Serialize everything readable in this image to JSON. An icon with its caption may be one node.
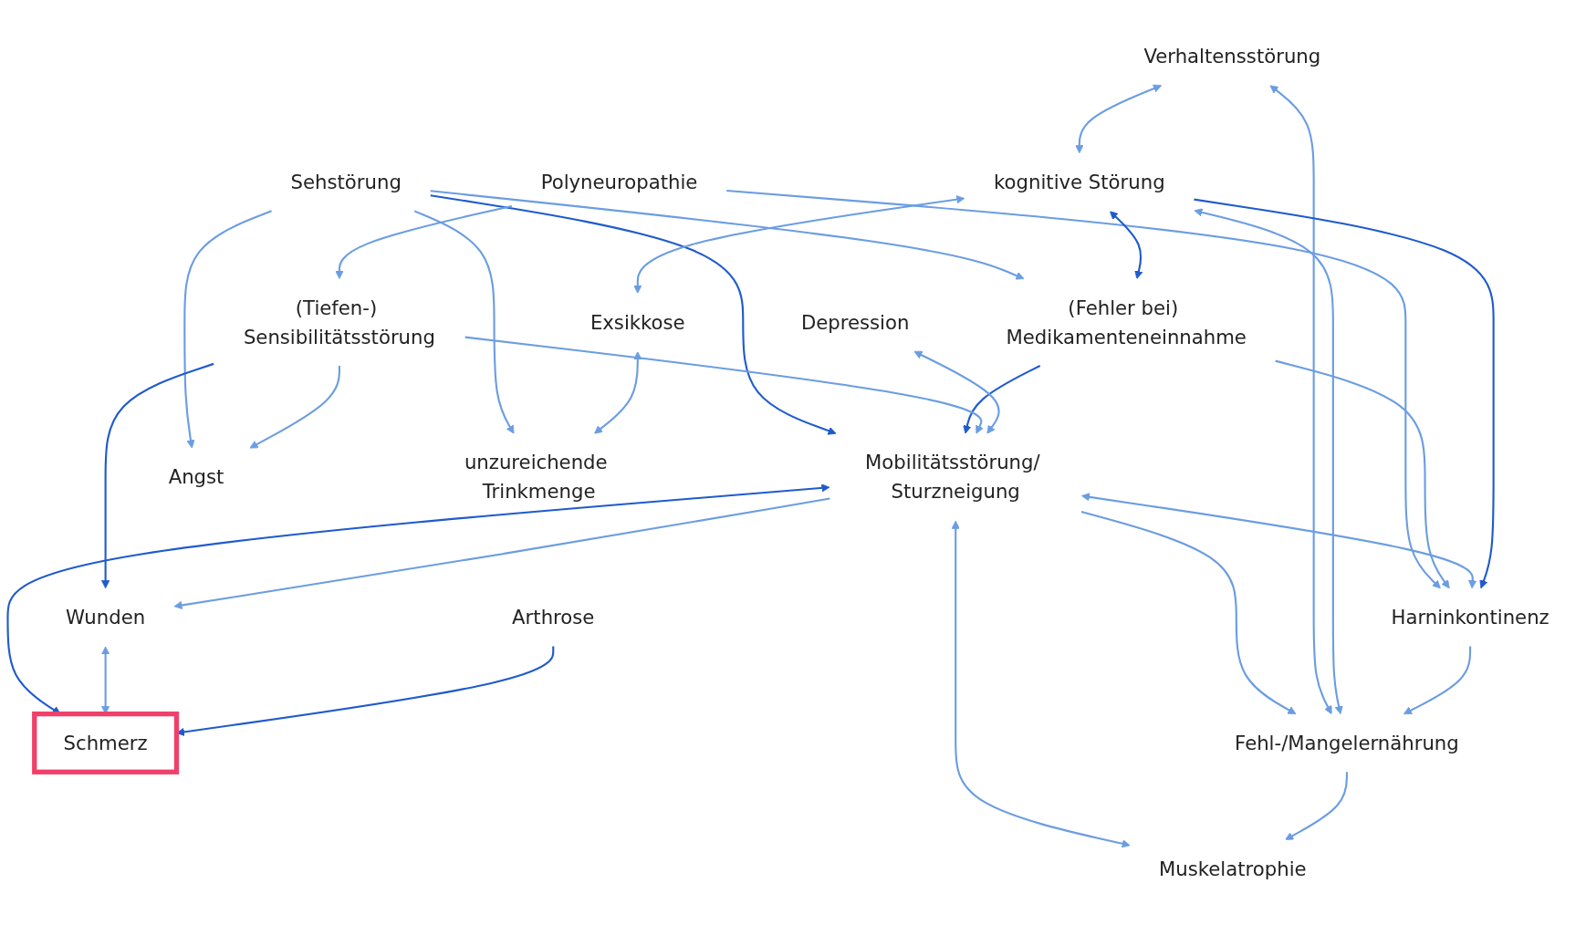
{
  "diagram": {
    "nodes": [
      {
        "text": [
          "Sehstörung"
        ]
      },
      {
        "text": [
          "Polyneuropathie"
        ]
      },
      {
        "text": [
          "(Fehler bei) Medikamenteneinnahme"
        ]
      },
      {
        "text": [
          "(Tiefen-) Sensibilitätsstörung"
        ]
      },
      {
        "text": [
          "Mobilitätsstörung/ Sturzneigung"
        ]
      },
      {
        "text": [
          "Harninkontinenz"
        ]
      },
      {
        "text": [
          "Angst"
        ]
      },
      {
        "text": [
          "Depression"
        ]
      },
      {
        "text": [
          "Wunden"
        ]
      },
      {
        "text": [
          "Schmerz"
        ]
      },
      {
        "text": [
          "Verhaltensstörung"
        ]
      },
      {
        "text": [
          "Muskelatrophie"
        ]
      },
      {
        "text": [
          "kognitive Störung"
        ]
      },
      {
        "text": [
          "Arthrose"
        ]
      },
      {
        "text": [
          "Fehl-/Mangelernährung"
        ]
      },
      {
        "text": [
          "Exsikkose"
        ]
      },
      {
        "text": [
          "unzureichende Trinkmenge"
        ]
      }
    ],
    "edges": [
      {
        "from": 0,
        "to": 6,
        "arrow": "to"
      },
      {
        "from": 0,
        "to": 4,
        "arrow": "to",
        "color": "#1f5bcc"
      },
      {
        "from": 0,
        "to": 2,
        "arrow": "to"
      },
      {
        "from": 0,
        "to": 16,
        "arrow": "to"
      },
      {
        "from": 1,
        "to": 3,
        "arrow": "to"
      },
      {
        "from": 1,
        "to": 5,
        "arrow": "to"
      },
      {
        "from": 2,
        "to": 4,
        "arrow": "to",
        "color": "#1f5bcc"
      },
      {
        "from": 2,
        "to": 5,
        "arrow": "to"
      },
      {
        "from": 3,
        "to": 4,
        "arrow": "to"
      },
      {
        "from": 3,
        "to": 6,
        "arrow": "to"
      },
      {
        "from": 3,
        "to": 8,
        "arrow": "to",
        "color": "#1f5bcc"
      },
      {
        "from": 7,
        "to": 4,
        "arrow": "both"
      },
      {
        "from": 4,
        "to": 8,
        "arrow": "to"
      },
      {
        "from": 4,
        "to": 9,
        "arrow": "both",
        "color": "#1f5bcc"
      },
      {
        "from": 4,
        "to": 14,
        "arrow": "to"
      },
      {
        "from": 4,
        "to": 5,
        "arrow": "both"
      },
      {
        "from": 4,
        "to": 11,
        "arrow": "both"
      },
      {
        "from": 8,
        "to": 9,
        "arrow": "both"
      },
      {
        "from": 13,
        "to": 9,
        "arrow": "to",
        "color": "#1f5bcc"
      },
      {
        "from": 10,
        "to": 14,
        "arrow": "both"
      },
      {
        "from": 10,
        "to": 12,
        "arrow": "both"
      },
      {
        "from": 12,
        "to": 2,
        "arrow": "both",
        "color": "#1f5bcc"
      },
      {
        "from": 12,
        "to": 5,
        "arrow": "to",
        "color": "#1f5bcc"
      },
      {
        "from": 12,
        "to": 14,
        "arrow": "both"
      },
      {
        "from": 12,
        "to": 15,
        "arrow": "both"
      },
      {
        "from": 15,
        "to": 16,
        "arrow": "both"
      },
      {
        "from": 14,
        "to": 11,
        "arrow": "to"
      },
      {
        "from": 5,
        "to": 14,
        "arrow": "to"
      }
    ]
  }
}
